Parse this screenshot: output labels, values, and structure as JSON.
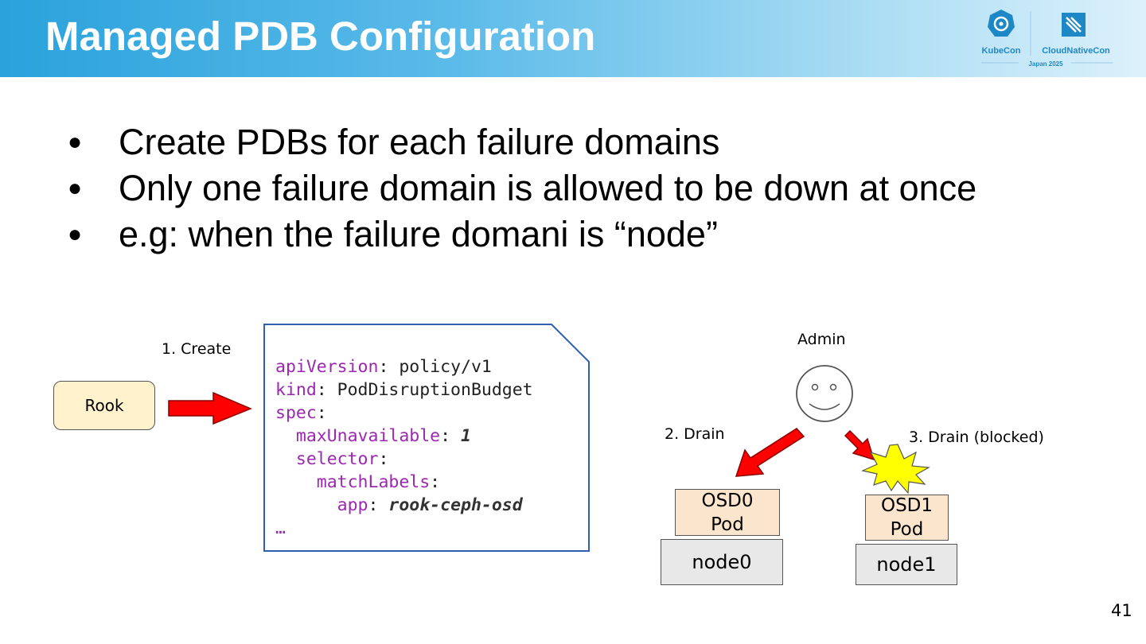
{
  "slide": {
    "title": "Managed PDB Configuration",
    "page_number": "41"
  },
  "logo": {
    "left_text": "KubeCon",
    "right_text": "CloudNativeCon",
    "sub_text": "Japan 2025"
  },
  "bullets": [
    "Create PDBs for each failure domains",
    "Only one failure domain is allowed to be down at once",
    "e.g: when the failure domani is “node”"
  ],
  "diagram": {
    "rook_label": "Rook",
    "create_label": "1. Create",
    "admin_label": "Admin",
    "drain_label": "2. Drain",
    "drain_blocked_label": "3. Drain (blocked)",
    "osd0_line1": "OSD0",
    "osd0_line2": "Pod",
    "osd1_line1": "OSD1",
    "osd1_line2": "Pod",
    "node0_label": "node0",
    "node1_label": "node1"
  },
  "yaml": {
    "l1_key": "apiVersion",
    "l1_val": "policy/v1",
    "l2_key": "kind",
    "l2_val": "PodDisruptionBudget",
    "l3_key": "spec",
    "l4_key": "maxUnavailable",
    "l4_val": "1",
    "l5_key": "selector",
    "l6_key": "matchLabels",
    "l7_key": "app",
    "l7_val": "rook-ceph-osd",
    "ellipsis": "…"
  },
  "colors": {
    "header_start": "#2aa2dc",
    "arrow_red": "#ff0000",
    "rook_fill": "#fff2cc",
    "pod_fill": "#fce5cd",
    "node_fill": "#e8e8e8",
    "doc_border": "#2f5fb3",
    "yaml_key": "#9c27b0",
    "burst_fill": "#ffff00"
  }
}
